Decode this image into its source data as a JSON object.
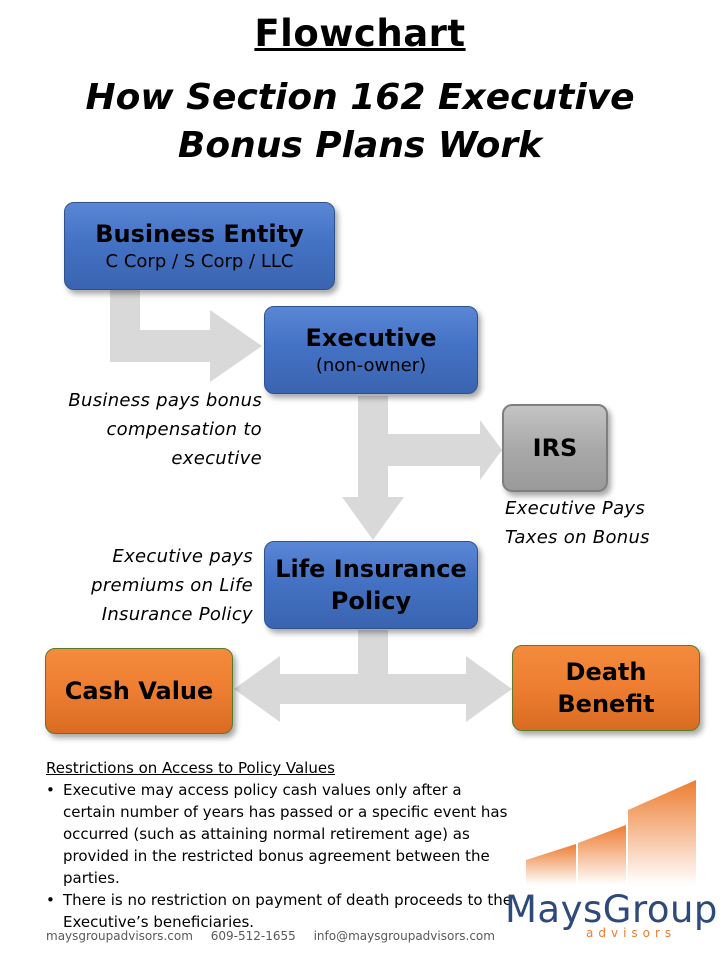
{
  "title": {
    "line1": "Flowchart",
    "line2": "How Section 162 Executive",
    "line3": "Bonus Plans Work"
  },
  "nodes": {
    "business": {
      "title": "Business Entity",
      "subtitle": "C Corp / S Corp / LLC"
    },
    "executive": {
      "title": "Executive",
      "subtitle": "(non-owner)"
    },
    "irs": {
      "title": "IRS"
    },
    "policy": {
      "line1": "Life Insurance",
      "line2": "Policy"
    },
    "cash_value": {
      "title": "Cash Value"
    },
    "death_benefit": {
      "line1": "Death",
      "line2": "Benefit"
    }
  },
  "annotations": {
    "business_pays": [
      "Business pays bonus",
      "compensation to",
      "executive"
    ],
    "executive_pays_taxes": [
      "Executive Pays",
      "Taxes on Bonus"
    ],
    "executive_pays_premiums": [
      "Executive pays",
      "premiums on Life",
      "Insurance Policy"
    ]
  },
  "restrictions": {
    "heading": "Restrictions on Access to Policy Values",
    "items": [
      "Executive may access policy cash values only after a certain number of years has passed or a specific event has occurred (such as attaining normal retirement age) as provided in the restricted bonus agreement between the parties.",
      "There is no restriction on payment of death proceeds to the Executive’s beneficiaries."
    ]
  },
  "footer": {
    "website": "maysgroupadvisors.com",
    "phone": "609-512-1655",
    "email": "info@maysgroupadvisors.com"
  },
  "logo": {
    "name": "MaysGroup",
    "sub": "advisors"
  },
  "colors": {
    "node_blue": "#4472c4",
    "node_gray": "#a5a5a5",
    "node_orange": "#ed7d31",
    "arrow_gray": "#d9d9d9",
    "logo_blue": "#2e4a7a",
    "logo_orange": "#ed7d31"
  }
}
